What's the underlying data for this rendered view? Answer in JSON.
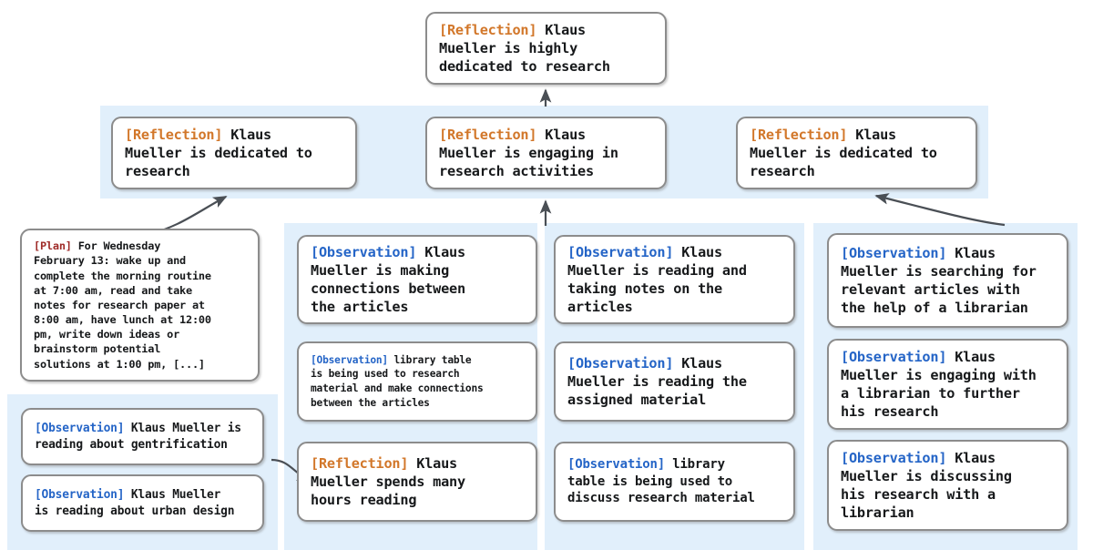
{
  "diagram": {
    "title": "Generative agent memory reflection tree",
    "colors": {
      "band": "#e1effb",
      "node_border": "#8c8c8c",
      "node_fill": "#ffffff",
      "tag_reflection": "#d2772a",
      "tag_observation": "#2565c7",
      "tag_plan": "#9f2b28",
      "arrow": "#4a4f55"
    },
    "tags": {
      "reflection": "[Reflection]",
      "observation": "[Observation]",
      "plan": "[Plan]"
    }
  },
  "nodes": {
    "root": {
      "tag": "[Reflection]",
      "tag_type": "reflection",
      "text": " Klaus\nMueller is highly\ndedicated to research"
    },
    "reflection_left": {
      "tag": "[Reflection]",
      "tag_type": "reflection",
      "text": " Klaus\nMueller is dedicated to\nresearch"
    },
    "reflection_center": {
      "tag": "[Reflection]",
      "tag_type": "reflection",
      "text": " Klaus\nMueller is engaging in\nresearch activities"
    },
    "reflection_right": {
      "tag": "[Reflection]",
      "tag_type": "reflection",
      "text": " Klaus\nMueller is dedicated to\nresearch"
    },
    "plan": {
      "tag": "[Plan]",
      "tag_type": "plan",
      "text": " For Wednesday\nFebruary 13: wake up and\ncomplete the morning routine\nat 7:00 am, read and take\nnotes for research paper at\n8:00 am, have lunch at 12:00\npm, write down ideas or\nbrainstorm potential\nsolutions at 1:00 pm, [...]"
    },
    "obs_gentrification": {
      "tag": "[Observation]",
      "tag_type": "observation",
      "text": " Klaus Mueller is\nreading about gentrification"
    },
    "obs_urban_design": {
      "tag": "[Observation]",
      "tag_type": "observation",
      "text": " Klaus Mueller\nis reading about urban design"
    },
    "obs_connections": {
      "tag": "[Observation]",
      "tag_type": "observation",
      "text": " Klaus\nMueller is making\nconnections between\nthe articles"
    },
    "obs_library_table_research": {
      "tag": "[Observation]",
      "tag_type": "observation",
      "text": " library table\nis being used to research\nmaterial and make connections\nbetween the articles"
    },
    "reflection_hours_reading": {
      "tag": "[Reflection]",
      "tag_type": "reflection",
      "text": " Klaus\nMueller spends many\nhours reading"
    },
    "obs_reading_taking_notes": {
      "tag": "[Observation]",
      "tag_type": "observation",
      "text": " Klaus\nMueller is reading and\ntaking notes on the\narticles"
    },
    "obs_assigned_material": {
      "tag": "[Observation]",
      "tag_type": "observation",
      "text": " Klaus\nMueller is reading the\nassigned material"
    },
    "obs_library_table_discuss": {
      "tag": "[Observation]",
      "tag_type": "observation",
      "text": " library\ntable is being used to\ndiscuss research material"
    },
    "obs_searching_articles": {
      "tag": "[Observation]",
      "tag_type": "observation",
      "text": " Klaus\nMueller is searching for\nrelevant articles with\nthe help of a librarian"
    },
    "obs_engaging_librarian": {
      "tag": "[Observation]",
      "tag_type": "observation",
      "text": " Klaus\nMueller is engaging with\na librarian to further\nhis research"
    },
    "obs_discussing_librarian": {
      "tag": "[Observation]",
      "tag_type": "observation",
      "text": " Klaus\nMueller is discussing\nhis research with a\nlibrarian"
    }
  }
}
